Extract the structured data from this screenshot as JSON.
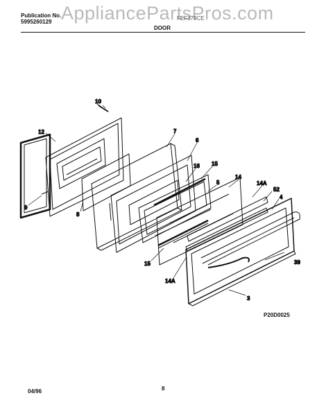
{
  "header": {
    "publication_label": "Publication No.",
    "publication_number": "5995260129",
    "watermark": "AppliancePartsPros.com",
    "model": "FEF379CE",
    "section_title": "DOOR"
  },
  "diagram": {
    "callouts": [
      "10",
      "12",
      "7",
      "6",
      "16",
      "15",
      "14",
      "14A",
      "52",
      "5",
      "4",
      "9",
      "8",
      "15",
      "14A",
      "39",
      "3"
    ],
    "figure_id": "P20D0025"
  },
  "footer": {
    "date": "04/96",
    "page": "8"
  }
}
